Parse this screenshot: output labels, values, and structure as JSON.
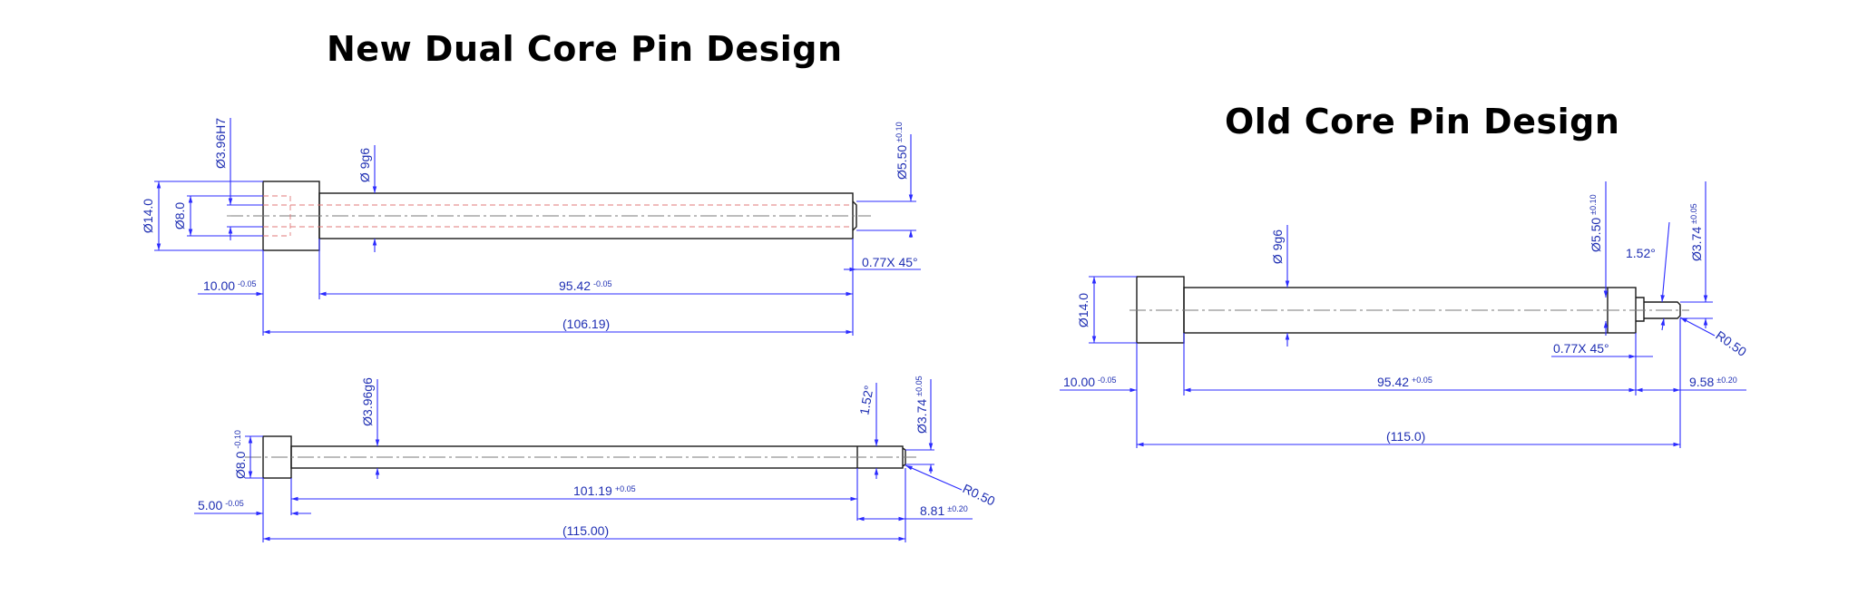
{
  "titles": {
    "new": "New Dual Core Pin Design",
    "old": "Old Core Pin Design"
  },
  "new_pin": {
    "d14": "Ø14.0",
    "d8": "Ø8.0",
    "hole": "Ø3.96H7",
    "shaft": "Ø 9g6",
    "tip": "Ø5.50",
    "tip_tol": "±0.10",
    "chamfer": "0.77X 45°",
    "head_len": "10.00",
    "head_tol": "-0.05",
    "body_len": "95.42",
    "body_tol": "-0.05",
    "total": "(106.19)"
  },
  "second_pin": {
    "head_d": "Ø8.0",
    "head_d_tol": "-0.10",
    "shaft": "Ø3.96g6",
    "angle": "1.52°",
    "tip": "Ø3.74",
    "tip_tol": "±0.05",
    "head_len": "5.00",
    "head_tol": "-0.05",
    "body_len": "101.19",
    "body_tol": "+0.05",
    "radius": "R0.50",
    "tip_len": "8.81",
    "tip_len_tol": "±0.20",
    "total": "(115.00)"
  },
  "old_pin": {
    "d14": "Ø14.0",
    "shaft": "Ø 9g6",
    "step": "Ø5.50",
    "step_tol": "±0.10",
    "angle": "1.52°",
    "tip": "Ø3.74",
    "tip_tol": "±0.05",
    "chamfer": "0.77X 45°",
    "radius": "R0.50",
    "head_len": "10.00",
    "head_tol": "-0.05",
    "body_len": "95.42",
    "body_tol": "+0.05",
    "tip_len": "9.58",
    "tip_len_tol": "±0.20",
    "total": "(115.0)"
  }
}
